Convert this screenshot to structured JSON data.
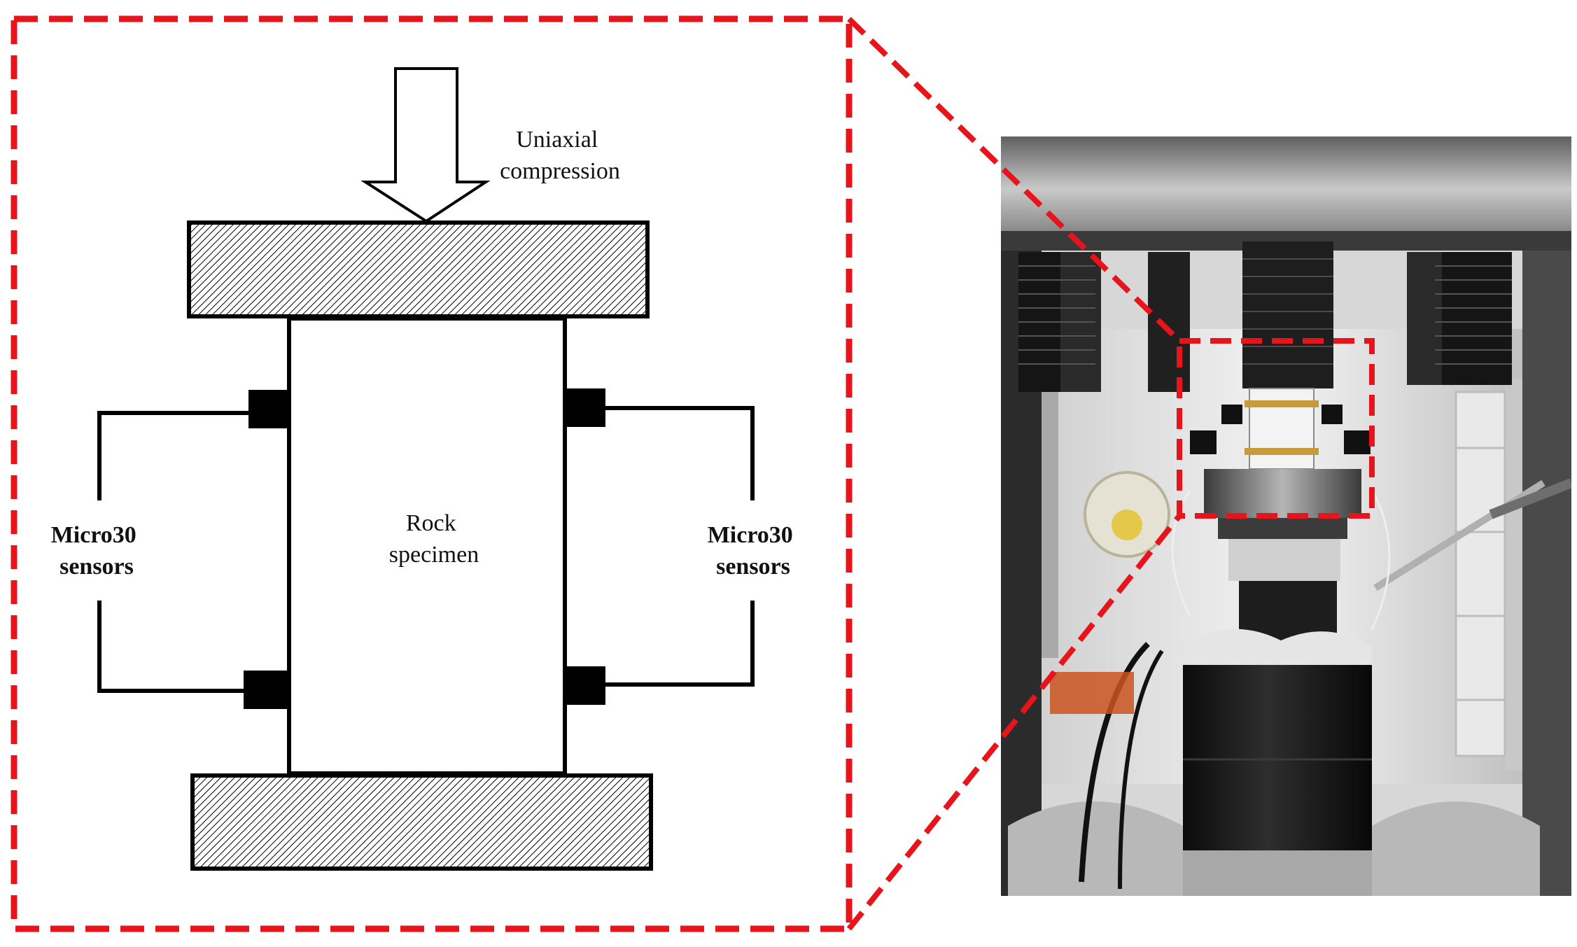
{
  "labels": {
    "load": [
      "Uniaxial",
      "compression"
    ],
    "specimen": [
      "Rock",
      "specimen"
    ],
    "sensors_left": [
      "Micro30",
      "sensors"
    ],
    "sensors_right": [
      "Micro30",
      "sensors"
    ]
  },
  "colors": {
    "callout_dash": "#e8141b",
    "line": "#000000",
    "hatch": "#000000",
    "photo_bg_dark": "#1a1a1a",
    "photo_metal": "#9a9a9a"
  }
}
